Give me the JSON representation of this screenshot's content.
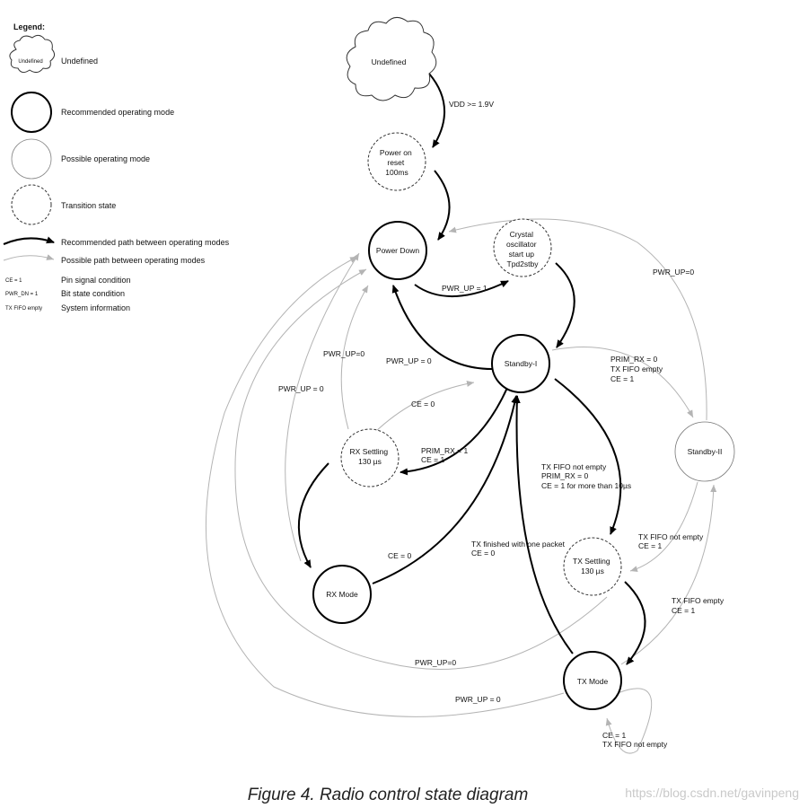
{
  "legend": {
    "title": "Legend:",
    "cloud_text": "Undefined",
    "items": [
      {
        "text": "Undefined"
      },
      {
        "text": "Recommended operating mode"
      },
      {
        "text": "Possible operating mode"
      },
      {
        "text": "Transition state"
      },
      {
        "text": "Recommended path between operating modes"
      },
      {
        "text": "Possible path between operating modes"
      },
      {
        "symbol": "CE = 1",
        "text": "Pin signal condition"
      },
      {
        "symbol": "PWR_DN = 1",
        "text": "Bit state condition"
      },
      {
        "symbol": "TX FIFO empty",
        "text": "System information"
      }
    ]
  },
  "states": {
    "undefined": [
      "Undefined"
    ],
    "por": [
      "Power on",
      "reset",
      "100ms"
    ],
    "power_down": [
      "Power Down"
    ],
    "crystal": [
      "Crystal",
      "oscillator",
      "start up",
      "Tpd2stby"
    ],
    "standby1": [
      "Standby-I"
    ],
    "standby2": [
      "Standby-II"
    ],
    "rx_settling": [
      "RX Settling",
      "130 µs"
    ],
    "rx_mode": [
      "RX Mode"
    ],
    "tx_settling": [
      "TX Settling",
      "130 µs"
    ],
    "tx_mode": [
      "TX Mode"
    ]
  },
  "conditions": {
    "vdd": [
      "VDD >= 1.9V"
    ],
    "pwrup_1": [
      "PWR_UP = 1"
    ],
    "pwrup0_standby1": [
      "PWR_UP = 0"
    ],
    "pwrup0_standby2": [
      "PWR_UP=0"
    ],
    "pwrup0_rxsettle": [
      "PWR_UP=0"
    ],
    "pwrup0_rxmode": [
      "PWR_UP = 0"
    ],
    "prim_rx0": [
      "PRIM_RX = 0",
      "TX FIFO empty",
      "CE = 1"
    ],
    "ce0_rxsettle": [
      "CE = 0"
    ],
    "prim_rx1": [
      "PRIM_RX = 1",
      "CE = 1"
    ],
    "tx_notempty": [
      "TX FIFO not empty",
      "PRIM_RX = 0",
      "CE = 1  for more than 10µs"
    ],
    "ce0_rxmode": [
      "CE = 0"
    ],
    "tx_finished": [
      "TX finished with one packet",
      "CE = 0"
    ],
    "sb2_txsettle": [
      "TX FIFO not empty",
      "CE = 1"
    ],
    "tx_empty": [
      "TX FIFO empty",
      "CE = 1"
    ],
    "pwrup0_txsettle": [
      "PWR_UP=0"
    ],
    "pwrup0_txmode": [
      "PWR_UP = 0"
    ],
    "self_loop": [
      "CE = 1",
      "TX FIFO not empty"
    ]
  },
  "caption": "Figure 4. Radio control state diagram",
  "watermark": "https://blog.csdn.net/gavinpeng",
  "colors": {
    "recommended": "#000000",
    "possible": "#b4b4b4",
    "text": "#111111"
  }
}
